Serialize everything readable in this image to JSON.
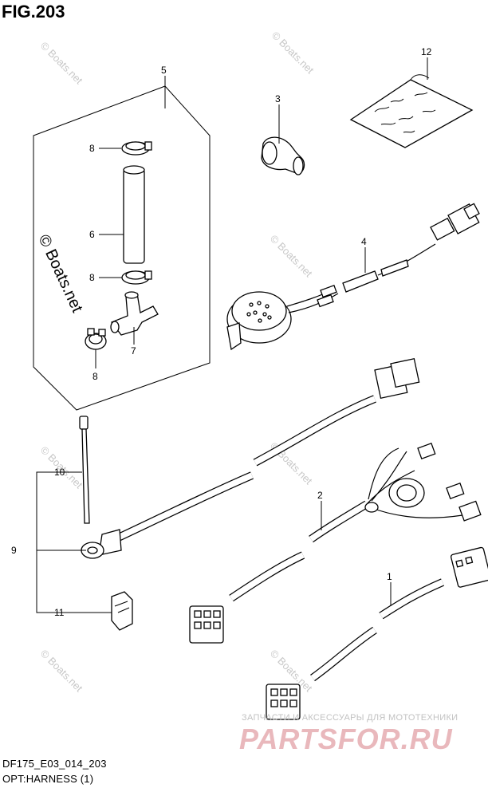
{
  "figure": {
    "title": "FIG.203",
    "model_code": "DF175_E03_014_203",
    "caption": "OPT:HARNESS (1)"
  },
  "watermark": {
    "text": "© Boats.net",
    "brand_tagline": "ЗАПЧАСТИ И АКСЕССУАРЫ ДЛЯ МОТОТЕХНИКИ",
    "brand_name": "PARTSFOR.RU"
  },
  "callouts": {
    "c1": "1",
    "c2": "2",
    "c3": "3",
    "c4": "4",
    "c5": "5",
    "c6": "6",
    "c7": "7",
    "c8a": "8",
    "c8b": "8",
    "c8c": "8",
    "c9": "9",
    "c10": "10",
    "c11": "11",
    "c12": "12"
  },
  "colors": {
    "line": "#000000",
    "watermark": "#c8c8c8",
    "brand": "#e9b8bc"
  }
}
